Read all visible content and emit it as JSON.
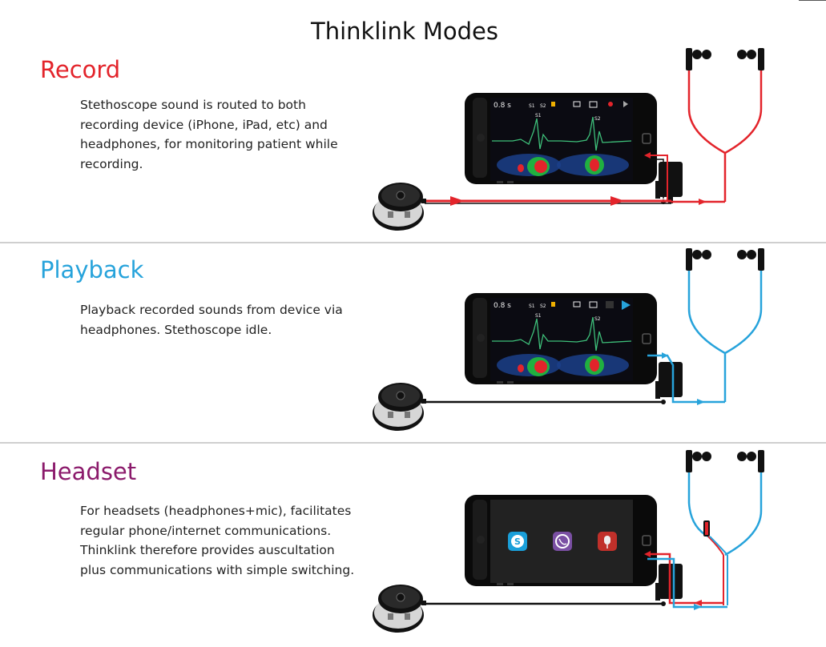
{
  "page": {
    "title": "Thinklink Modes"
  },
  "colors": {
    "record": "#e3242b",
    "playback": "#27a3db",
    "headset": "#8b1a6b",
    "signal_red": "#e3242b",
    "signal_blue": "#27a3db",
    "cable_black": "#111111"
  },
  "sections": [
    {
      "id": "record",
      "title": "Record",
      "description_lines": [
        "Stethoscope sound is routed to both",
        "recording device (iPhone, iPad, etc) and",
        "headphones, for monitoring patient while",
        "recording."
      ]
    },
    {
      "id": "playback",
      "title": "Playback",
      "description_lines": [
        "Playback recorded sounds from device via",
        "headphones. Stethoscope idle."
      ]
    },
    {
      "id": "headset",
      "title": "Headset",
      "description_lines": [
        "For headsets (headphones+mic), facilitates",
        "regular phone/internet communications.",
        "Thinklink therefore provides auscultation",
        "plus communications with simple switching."
      ]
    }
  ],
  "phone_screen": {
    "time_label": "0.8 s",
    "markers": [
      "S1",
      "S2"
    ],
    "peak_labels": [
      "S1",
      "S2"
    ]
  },
  "headset_apps": [
    "skype-icon",
    "viber-icon",
    "microphone-app-icon"
  ]
}
